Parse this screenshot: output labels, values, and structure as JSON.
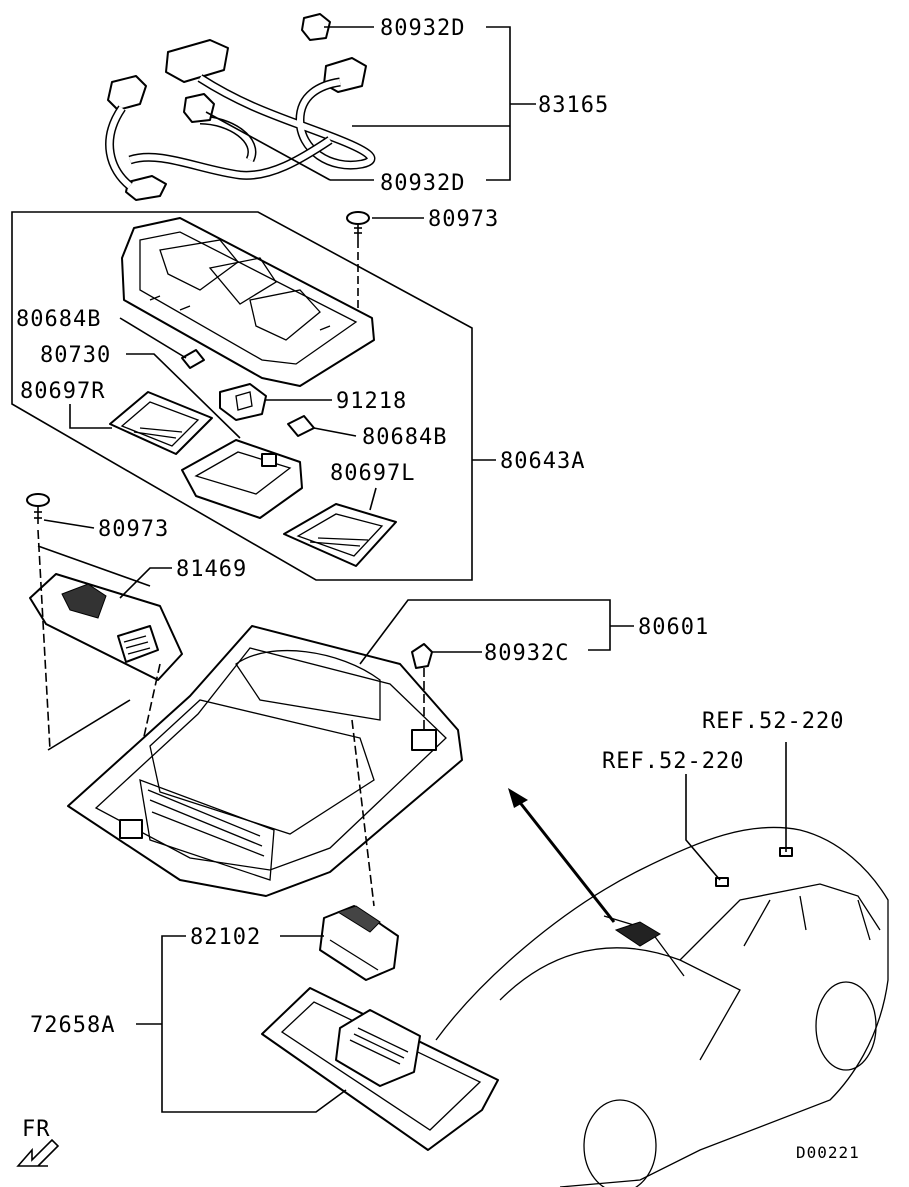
{
  "labels": {
    "p80932d_top": "80932D",
    "p83165": "83165",
    "p80932d_bottom": "80932D",
    "p80973_top": "80973",
    "p80684b_left": "80684B",
    "p80730": "80730",
    "p80697r": "80697R",
    "p91218": "91218",
    "p80684b_right": "80684B",
    "p80643a": "80643A",
    "p80697l": "80697L",
    "p80973_left": "80973",
    "p81469": "81469",
    "p80601": "80601",
    "p80932c": "80932C",
    "ref_right": "REF.52-220",
    "ref_left": "REF.52-220",
    "p82102": "82102",
    "p72658a": "72658A",
    "fr": "FR",
    "code": "D00221"
  }
}
